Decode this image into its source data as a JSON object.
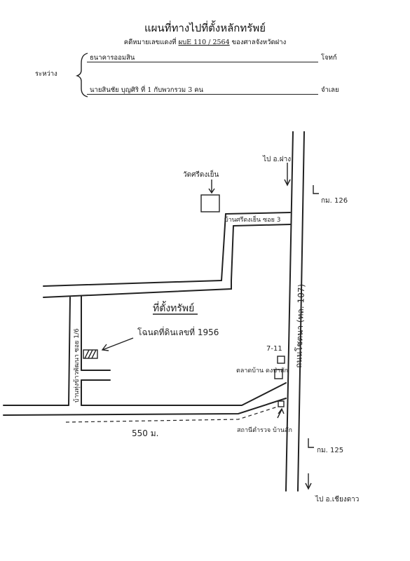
{
  "header": {
    "title": "แผนที่ทางไปที่ตั้งหลักทรัพย์",
    "case_prefix": "คดีหมายเลขแดงที่",
    "case_no": "ผบE 110 / 2564",
    "court": "ของศาลจังหวัดฝาง"
  },
  "parties": {
    "between_label": "ระหว่าง",
    "plaintiff": "ธนาคารออมสิน",
    "plaintiff_role": "โจทก์",
    "defendant": "นายสินชัย บุญศิริ ที่ 1 กับพวกรวม 3 คน",
    "defendant_role": "จำเลย"
  },
  "map": {
    "to_fang": "ไป อ.ฝาง",
    "km126": "กม. 126",
    "km125": "กม. 125",
    "temple": "วัดศรีดงเย็น",
    "soi_dong_yen": "บ้านศรีดงเย็น ซอย 3",
    "main_road": "ถนนโชตนา (ทล. 107)",
    "property_title": "ที่ตั้งทรัพย์",
    "property_deed": "โฉนดที่ดินเลขที่ 1956",
    "soi_left": "บ้านทุ่งข้าวพัฒนา ซอย 1/6",
    "seven_eleven": "7-11",
    "market": "ตลาดบ้าน ดงป่าสัก",
    "station": "สถานีตำรวจ บ้านสัก",
    "distance": "550 ม.",
    "to_chiang_dao": "ไป อ.เชียงดาว"
  }
}
